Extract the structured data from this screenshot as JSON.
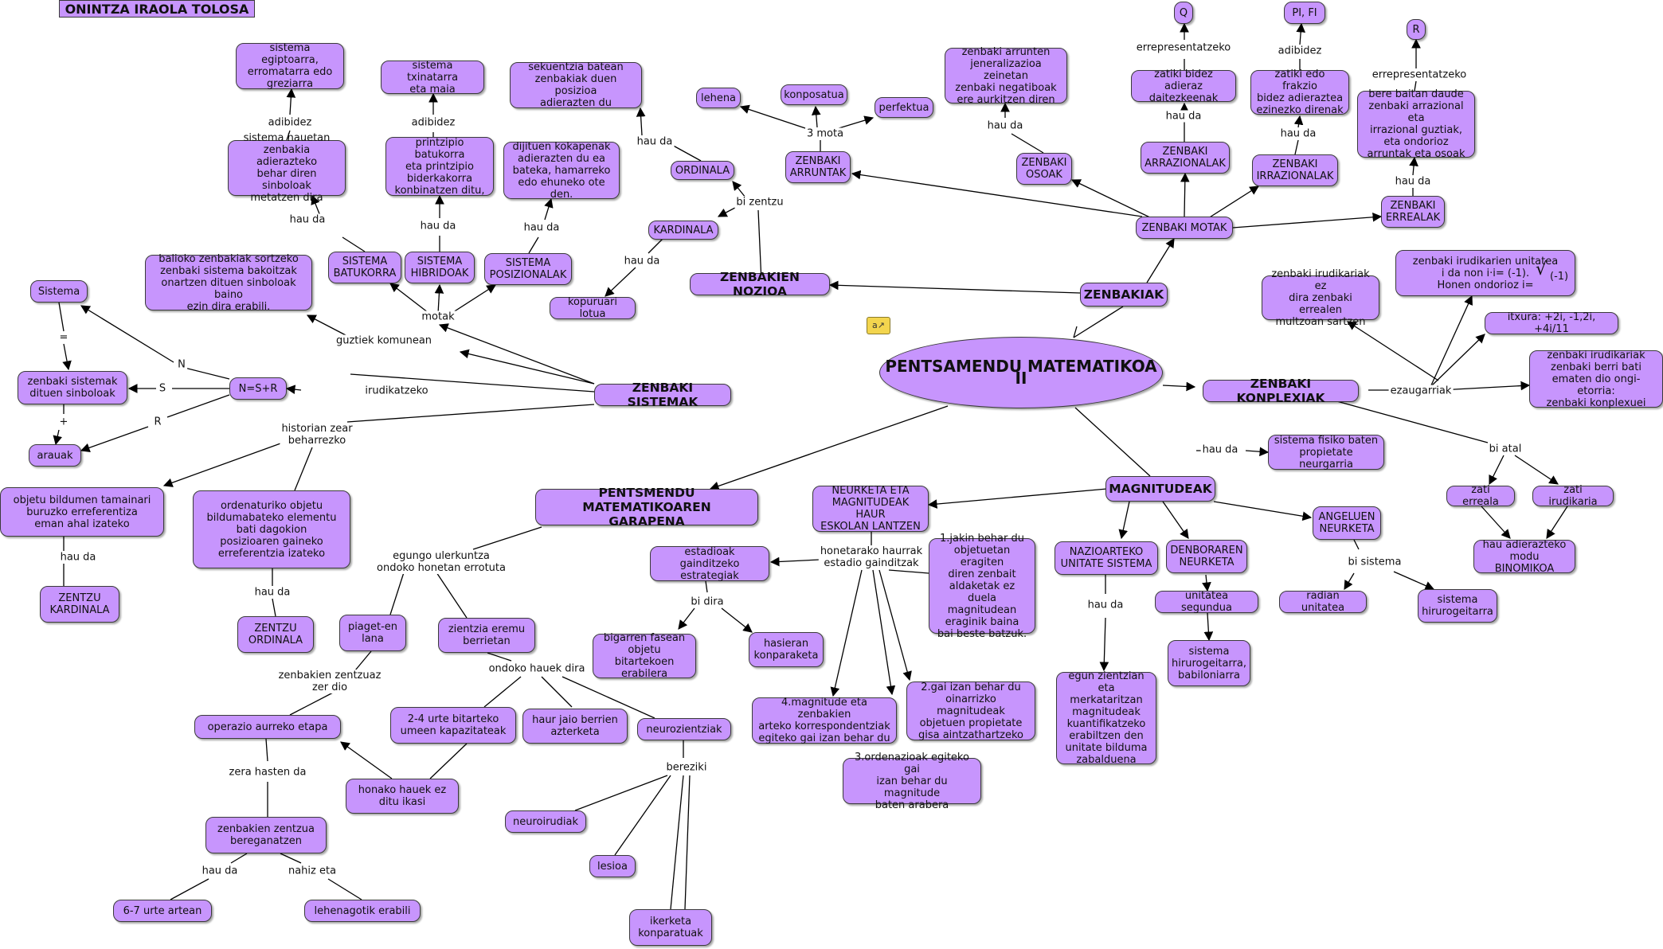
{
  "author": "ONINTZA IRAOLA TOLOSA",
  "title": "PENTSAMENDU MATEMATIKOA II",
  "nodes": {
    "zenbakiak": "ZENBAKIAK",
    "zenbakien_nozioa": "ZENBAKIEN NOZIOA",
    "zenbaki_sistemak": "ZENBAKI SISTEMAK",
    "zenbaki_konplexiak": "ZENBAKI KONPLEXIAK",
    "magnitudeak": "MAGNITUDEAK",
    "garapena": "PENTSMENDU MATEMATIKOAREN\nGARAPENA",
    "zenbaki_motak": "ZENBAKI MOTAK",
    "ordinala": "ORDINALA",
    "kardinala": "KARDINALA",
    "kopuruari_lotua": "kopuruari lotua",
    "sekuentzia": "sekuentzia batean\nzenbakiak duen posizioa\nadierazten du",
    "dijituen": "dijituen kokapenak\nadierazten du ea\nbateka, hamarreko\nedo ehuneko ote den.",
    "lehena": "lehena",
    "konposatua": "konposatua",
    "perfektua": "perfektua",
    "arruntak": "ZENBAKI\nARRUNTAK",
    "osoak": "ZENBAKI\nOSOAK",
    "osoak_desc": "zenbaki arrunten\njeneralizazioa zeinetan\nzenbaki negatiboak\nere aurkitzen diren",
    "arrazionalak": "ZENBAKI\nARRAZIONALAK",
    "arrazionalak_desc": "zatiki bidez adieraz\ndaitezkeenak",
    "q": "Q",
    "irrazionalak": "ZENBAKI\nIRRAZIONALAK",
    "irrazionalak_desc": "zatiki edo frakzio\nbidez adieraztea\nezinezko direnak",
    "pifi": "PI, FI",
    "errealak": "ZENBAKI\nERREALAK",
    "errealak_desc": "bere baitan daude\nzenbaki arrazional eta\nirrazional guztiak,\neta ondorioz\narruntak eta osoak",
    "r": "R",
    "sistema": "Sistema",
    "zenbaki_sinboloak": "zenbaki sistemak\ndituen sinboloak",
    "arauak": "arauak",
    "nsr": "N=S+R",
    "balioko": "balioko zenbakiak sortzeko\nzenbaki sistema bakoitzak\nonartzen dituen sinboloak baino\nezin dira erabili.",
    "batukorra": "SISTEMA\nBATUKORRA",
    "hibridoak": "SISTEMA\nHIBRIDOAK",
    "posizionalak": "SISTEMA\nPOSIZIONALAK",
    "batukorra_desc": "sistema hauetan\nzenbakia adierazteko\nbehar diren sinboloak\nmetatzen dira",
    "egiptoarra": "sistema egiptoarra,\nerromatarra edo\ngreziarra",
    "hibrido_desc": "printzipio batukorra\neta printzipio\nbiderkakorra\nkonbinatzen ditu,",
    "txinatarra": "sistema txinatarra\neta maia",
    "objetu_bildumen": "objetu bildumen tamainari\nburuzko erreferentiza\neman ahal izateko",
    "ordenaturiko": "ordenaturiko objetu\nbildumabateko elementu\nbati dagokion\nposizioaren gaineko\nerreferentzia izateko",
    "zentzu_kardinala": "ZENTZU\nKARDINALA",
    "zentzu_ordinala": "ZENTZU\nORDINALA",
    "irudikariak_ez": "zenbaki irudikariak ez\ndira zenbaki errealen\nmultzoan sartzen",
    "unitatea_text": "zenbaki irudikarien unitatea\ni da non i·i= (-1).\nHonen ondorioz        i=",
    "sqrt_text": "(-1)",
    "itxura": "itxura: +2i, -1,2i, +4i/11",
    "irudikariak_berri": "zenbaki irudikariak\nzenbaki berri bati\nematen dio ongi-etorria:\nzenbaki konplexuei",
    "zati_erreala": "zati erreala",
    "zati_irudikaria": "zati irudikaria",
    "binomikoa": "hau adierazteko\nmodu BINOMIKOA",
    "sistema_fisiko": "sistema fisiko baten\npropietate neurgarria",
    "neurketa": "NEURKETA ETA\nMAGNITUDEAK HAUR\nESKOLAN LANTZEN",
    "nazioarteko": "NAZIOARTEKO\nUNITATE SISTEMA",
    "denboraren": "DENBORAREN\nNEURKETA",
    "angeluen": "ANGELUEN\nNEURKETA",
    "unitatea_segundua": "unitatea segundua",
    "hirurogeitarra_bab": "sistema\nhirurogeitarra,\nbabiloniarra",
    "radian": "radian unitatea",
    "hirurogeitarra": "sistema\nhirurogeitarra",
    "egun_zientzian": "egun zientzian\neta merkataritzan\nmagnitudeak\nkuantifikatzeko\nerabiltzen den\nunitate bilduma\nzabalduena",
    "estadioak": "estadioak gainditzeko\nestrategiak",
    "bigarren": "bigarren fasean\nobjetu bitartekoen\nerabilera",
    "hasieran": "hasieran\nkonparaketa",
    "jakin": "1.jakin behar du\nobjetuetan eragiten\ndiren zenbait\naldaketak ez duela\nmagnitudean\neraginik baina\nbai beste batzuk.",
    "gai_izan": "2.gai izan behar du\noinarrizko magnitudeak\nobjetuen propietate\ngisa aintzathartzeko",
    "ordenazioak": "3.ordenazioak egiteko gai\nizan behar du magnitude\nbaten arabera",
    "magnitude_eta": "4.magnitude eta zenbakien\narteko korrespondentziak\negiteko gai izan behar du",
    "piaget": "piaget-en\nlana",
    "zientzia_eremu": "zientzia eremu\nberrietan",
    "urte_bitarteko": "2-4 urte bitarteko\numeen kapazitateak",
    "haur_jaio": "haur jaio berrien\nazterketa",
    "neurozientziak": "neurozientziak",
    "operazio": "operazio aurreko etapa",
    "honako": "honako hauek ez\nditu ikasi",
    "zentzua_bereganatzen": "zenbakien zentzua\nbereganatzen",
    "urte_artean": "6-7 urte artean",
    "lehenagotik": "lehenagotik erabili",
    "neuroirudiak": "neuroirudiak",
    "lesioa": "lesioa",
    "ikerketa": "ikerketa\nkonparatuak"
  },
  "labels": {
    "hau_da": "hau da",
    "adibidez": "adibidez",
    "errepresentatzeko": "errepresentatzeko",
    "mota3": "3 mota",
    "bi_zentzu": "bi zentzu",
    "motak": "motak",
    "guztiek": "guztiek komunean",
    "irudikatzeko": "irudikatzeko",
    "n": "N",
    "s": "S",
    "r": "R",
    "eq": "=",
    "plus": "+",
    "historian": "historian zear\nbeharrezko",
    "ezaugarriak": "ezaugarriak",
    "bi_atal": "bi atal",
    "honetarako": "honetarako haurrak\nestadio gainditzak",
    "bi_dira": "bi dira",
    "bi_sistema": "bi sistema",
    "egungo": "egungo ulerkuntza\nondoko honetan errotuta",
    "zenbakien_zentzuaz": "zenbakien zentzuaz\nzer dio",
    "ondoko": "ondoko hauek dira",
    "zera_hasten": "zera hasten da",
    "nahiz_eta": "nahiz eta",
    "bereziki": "bereziki"
  },
  "colors": {
    "node_fill": "#c795fd",
    "node_border": "#3a3a3a",
    "line": "#000000"
  }
}
